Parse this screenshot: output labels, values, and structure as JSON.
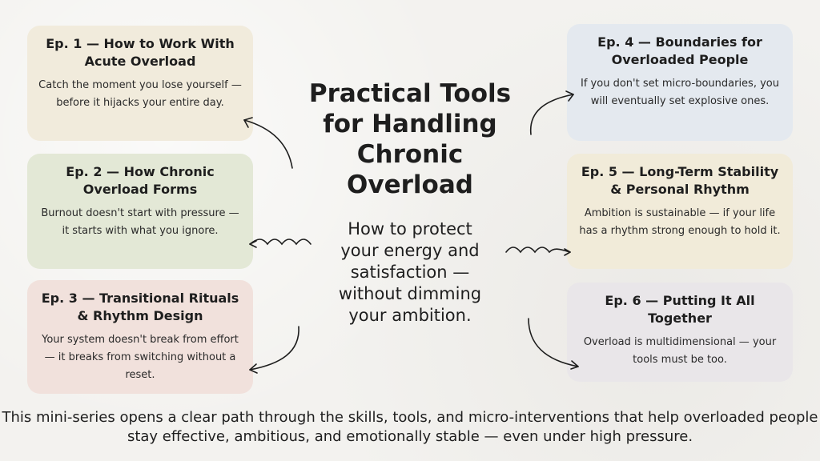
{
  "title": "Practical Tools for Handling Chronic Overload",
  "subtitle": "How to protect your energy and satisfaction — without dimming your ambition.",
  "episodes": [
    {
      "title": "Ep. 1 — How to Work With Acute Overload",
      "text": "Catch the moment you lose yourself — before it hijacks your entire day.",
      "color": "#f1ebdc"
    },
    {
      "title": "Ep. 2 — How Chronic Overload Forms",
      "text": "Burnout doesn't start with pressure — it starts with what you ignore.",
      "color": "#e3e8d6"
    },
    {
      "title": "Ep. 3 — Transitional Rituals & Rhythm Design",
      "text": "Your system doesn't break from effort — it breaks from switching without a reset.",
      "color": "#f1e1dc"
    },
    {
      "title": "Ep. 4 — Boundaries for Overloaded People",
      "text": "If you don't set micro-boundaries, you will eventually set explosive ones.",
      "color": "#e4e9ef"
    },
    {
      "title": "Ep. 5 — Long-Term Stability & Personal Rhythm",
      "text": "Ambition is sustainable — if your life has a rhythm strong enough to hold it.",
      "color": "#f1ebd9"
    },
    {
      "title": "Ep. 6 — Putting It All Together",
      "text": "Overload is multidimensional — your tools must be too.",
      "color": "#e9e6e9"
    }
  ],
  "footer": "This mini-series opens a clear path through the skills, tools, and micro-interventions that help overloaded people stay effective, ambitious, and emotionally stable — even under high pressure."
}
